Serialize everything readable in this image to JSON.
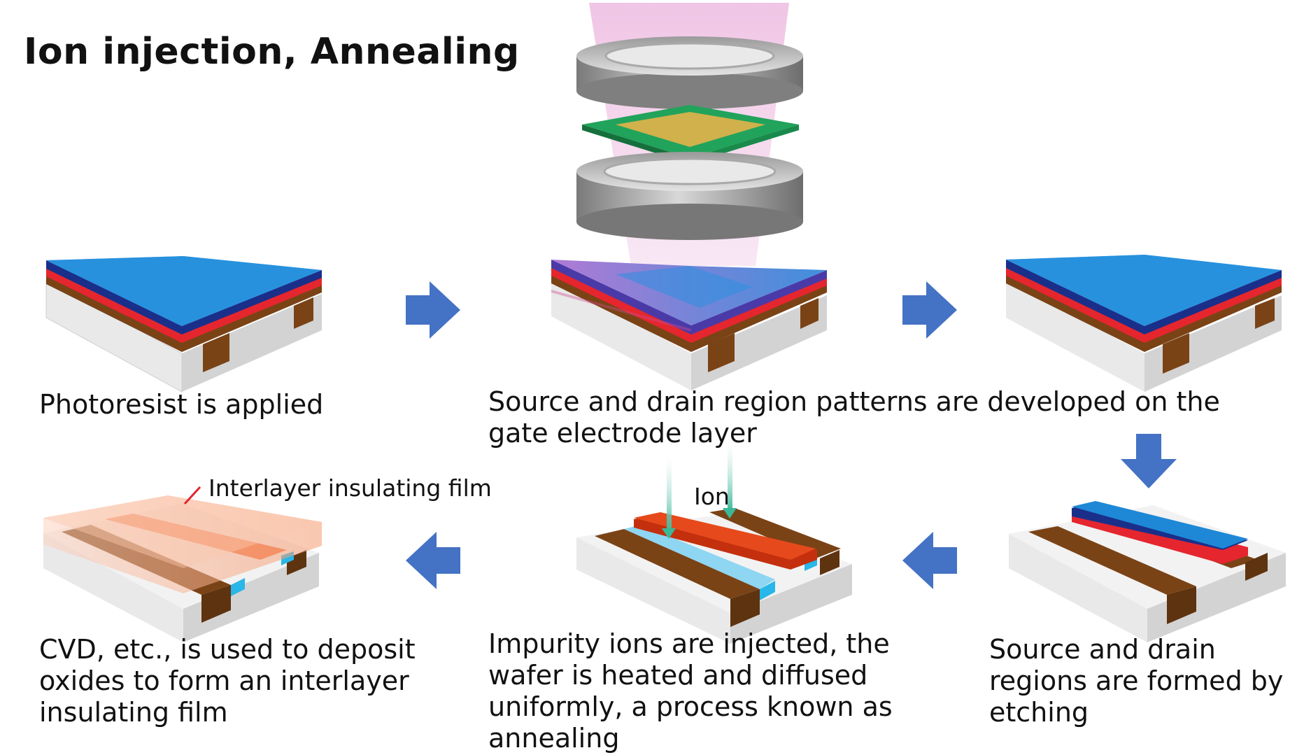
{
  "title": "Ion injection, Annealing",
  "captions": {
    "step1": "Photoresist is applied",
    "step2": "Source and drain region patterns are developed on the gate electrode layer",
    "step3": "Source and drain regions are formed by etching",
    "step4": "Impurity ions are injected, the wafer is heated and diffused uniformly, a process known as annealing",
    "step5": "CVD, etc., is used to deposit oxides to form an interlayer insulating film"
  },
  "labels": {
    "ion": "Ion",
    "interlayer": "Interlayer insulating film"
  },
  "colors": {
    "photoresist": "#1e88d6",
    "gate_dark": "#1a2f8a",
    "gate_red": "#e5262e",
    "oxide_brown": "#7a4316",
    "substrate": "#f0f0f0",
    "arrow": "#4472c4",
    "ion_beam": "#f2c6e6",
    "mask_green": "#22a55e",
    "pattern_gold": "#d4b24a",
    "implant_orange": "#e64a1c",
    "diffusion_cyan": "#29b6e8",
    "insulating_film": "#f7a57d"
  },
  "icons": [
    "arrow-right-icon",
    "arrow-down-icon",
    "arrow-left-icon"
  ]
}
